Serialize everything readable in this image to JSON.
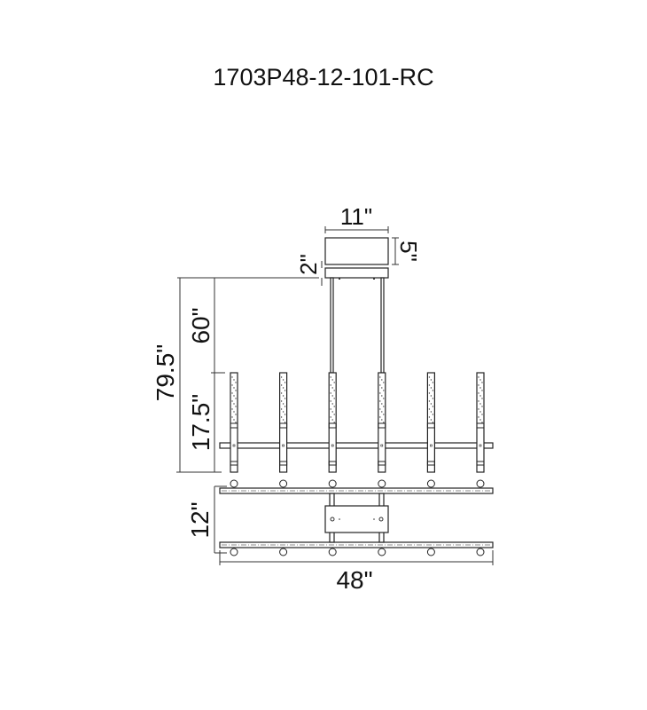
{
  "title": "1703P48-12-101-RC",
  "dimensions": {
    "canopy_width": "11\"",
    "canopy_height": "5\"",
    "plate_height": "2\"",
    "overall_height": "79.5\"",
    "rod_length": "60\"",
    "fixture_height": "17.5\"",
    "depth": "12\"",
    "length": "48\""
  },
  "pendant_count": 6
}
